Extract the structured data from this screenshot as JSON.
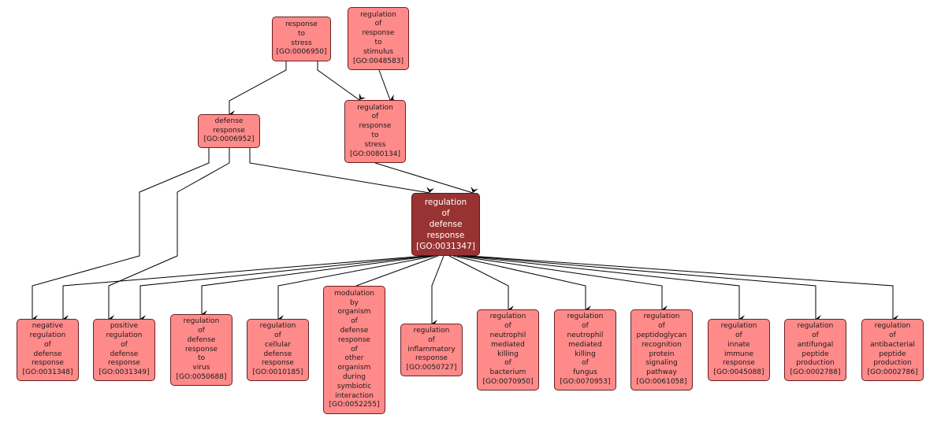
{
  "diagram": {
    "type": "GO term ancestry graph",
    "colors": {
      "node_fill": "#ff8a8a",
      "focus_fill": "#993333",
      "edge": "#000000"
    },
    "nodes": [
      {
        "id": "GO:0006950",
        "label": "response\nto\nstress\n[GO:0006950]"
      },
      {
        "id": "GO:0048583",
        "label": "regulation\nof\nresponse\nto\nstimulus\n[GO:0048583]"
      },
      {
        "id": "GO:0006952",
        "label": "defense\nresponse\n[GO:0006952]"
      },
      {
        "id": "GO:0080134",
        "label": "regulation\nof\nresponse\nto\nstress\n[GO:0080134]"
      },
      {
        "id": "GO:0031347",
        "label": "regulation\nof\ndefense\nresponse\n[GO:0031347]",
        "focus": true
      },
      {
        "id": "GO:0031348",
        "label": "negative\nregulation\nof\ndefense\nresponse\n[GO:0031348]"
      },
      {
        "id": "GO:0031349",
        "label": "positive\nregulation\nof\ndefense\nresponse\n[GO:0031349]"
      },
      {
        "id": "GO:0050688",
        "label": "regulation\nof\ndefense\nresponse\nto\nvirus\n[GO:0050688]"
      },
      {
        "id": "GO:0010185",
        "label": "regulation\nof\ncellular\ndefense\nresponse\n[GO:0010185]"
      },
      {
        "id": "GO:0052255",
        "label": "modulation\nby\norganism\nof\ndefense\nresponse\nof\nother\norganism\nduring\nsymbiotic\ninteraction\n[GO:0052255]"
      },
      {
        "id": "GO:0050727",
        "label": "regulation\nof\ninflammatory\nresponse\n[GO:0050727]"
      },
      {
        "id": "GO:0070950",
        "label": "regulation\nof\nneutrophil\nmediated\nkilling\nof\nbacterium\n[GO:0070950]"
      },
      {
        "id": "GO:0070953",
        "label": "regulation\nof\nneutrophil\nmediated\nkilling\nof\nfungus\n[GO:0070953]"
      },
      {
        "id": "GO:0061058",
        "label": "regulation\nof\npeptidoglycan\nrecognition\nprotein\nsignaling\npathway\n[GO:0061058]"
      },
      {
        "id": "GO:0045088",
        "label": "regulation\nof\ninnate\nimmune\nresponse\n[GO:0045088]"
      },
      {
        "id": "GO:0002788",
        "label": "regulation\nof\nantifungal\npeptide\nproduction\n[GO:0002788]"
      },
      {
        "id": "GO:0002786",
        "label": "regulation\nof\nantibacterial\npeptide\nproduction\n[GO:0002786]"
      }
    ],
    "edges": [
      [
        "GO:0006950",
        "GO:0006952"
      ],
      [
        "GO:0006950",
        "GO:0080134"
      ],
      [
        "GO:0048583",
        "GO:0080134"
      ],
      [
        "GO:0006952",
        "GO:0031347"
      ],
      [
        "GO:0080134",
        "GO:0031347"
      ],
      [
        "GO:0006952",
        "GO:0031348"
      ],
      [
        "GO:0006952",
        "GO:0031349"
      ],
      [
        "GO:0031347",
        "GO:0031348"
      ],
      [
        "GO:0031347",
        "GO:0031349"
      ],
      [
        "GO:0031347",
        "GO:0050688"
      ],
      [
        "GO:0031347",
        "GO:0010185"
      ],
      [
        "GO:0031347",
        "GO:0052255"
      ],
      [
        "GO:0031347",
        "GO:0050727"
      ],
      [
        "GO:0031347",
        "GO:0070950"
      ],
      [
        "GO:0031347",
        "GO:0070953"
      ],
      [
        "GO:0031347",
        "GO:0061058"
      ],
      [
        "GO:0031347",
        "GO:0045088"
      ],
      [
        "GO:0031347",
        "GO:0002788"
      ],
      [
        "GO:0031347",
        "GO:0002786"
      ]
    ]
  }
}
